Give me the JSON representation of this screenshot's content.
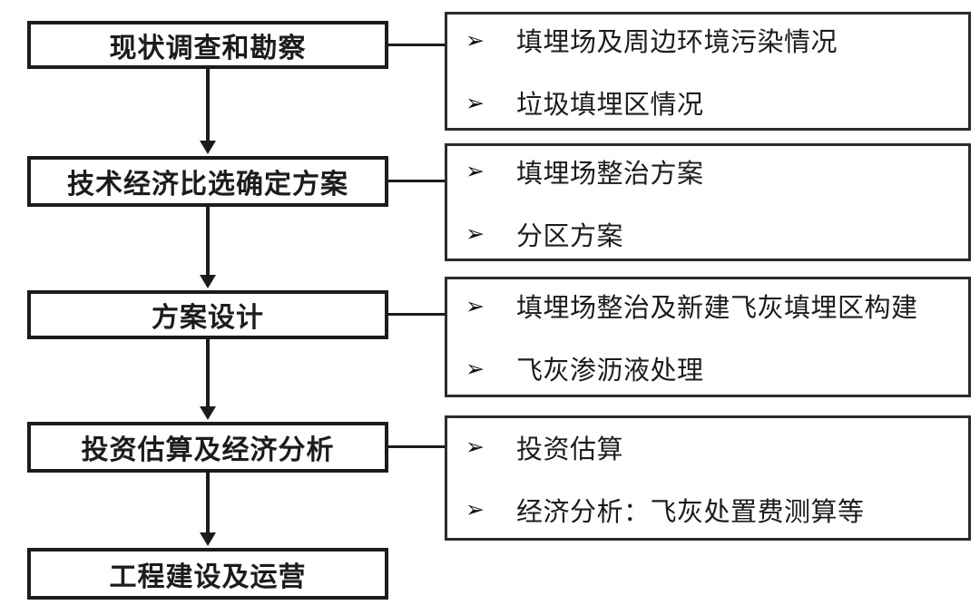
{
  "flow": {
    "bullet_icon": "➢",
    "colors": {
      "line": "#1c1c1c",
      "text": "#1c1c1c",
      "background": "#ffffff"
    },
    "steps": [
      {
        "label": "现状调查和勘察",
        "details": [
          "填埋场及周边环境污染情况",
          "垃圾填埋区情况"
        ]
      },
      {
        "label": "技术经济比选确定方案",
        "details": [
          "填埋场整治方案",
          "分区方案"
        ]
      },
      {
        "label": "方案设计",
        "details": [
          "填埋场整治及新建飞灰填埋区构建",
          "飞灰渗沥液处理"
        ]
      },
      {
        "label": "投资估算及经济分析",
        "details": [
          "投资估算",
          "经济分析：飞灰处置费测算等"
        ]
      },
      {
        "label": "工程建设及运营",
        "details": []
      }
    ]
  }
}
